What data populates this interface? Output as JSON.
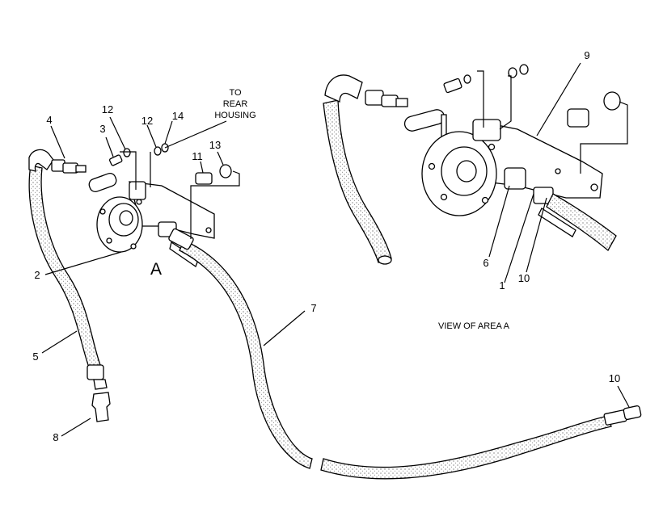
{
  "labels": {
    "to_rear_housing_1": "TO",
    "to_rear_housing_2": "REAR",
    "to_rear_housing_3": "HOUSING",
    "area_marker": "A",
    "view_title": "VIEW OF AREA  A",
    "callout_1": "1",
    "callout_2": "2",
    "callout_3": "3",
    "callout_4": "4",
    "callout_5": "5",
    "callout_6": "6",
    "callout_7": "7",
    "callout_8": "8",
    "callout_9": "9",
    "callout_10a": "10",
    "callout_10b": "10",
    "callout_11": "11",
    "callout_12a": "12",
    "callout_12b": "12",
    "callout_13": "13",
    "callout_14": "14"
  },
  "colors": {
    "line": "#000000",
    "background": "#ffffff"
  }
}
